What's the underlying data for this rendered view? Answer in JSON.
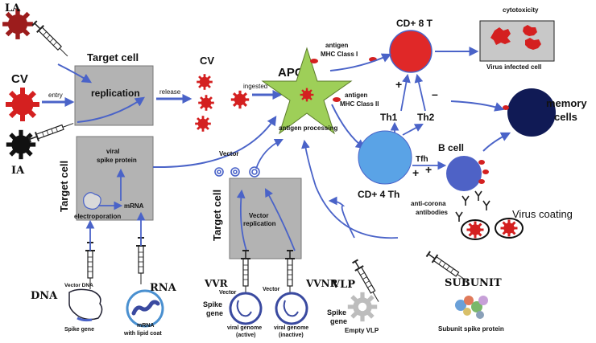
{
  "labels": {
    "la_top": "LA",
    "cv_left": "CV",
    "ia_bottom": "IA",
    "entry": "entry",
    "target_cell_top": "Target cell",
    "replication": "replication",
    "release": "release",
    "cv_mid": "CV",
    "ingested": "ingested",
    "apc": "APC",
    "antigen_processing": "antigen processing",
    "antigen_mhc1_a": "antigen",
    "antigen_mhc1_b": "MHC Class I",
    "antigen_mhc2_a": "antigen",
    "antigen_mhc2_b": "MHC Class II",
    "cd8": "CD+ 8 T",
    "cytotoxicity": "cytotoxicity",
    "virus_infected_cell": "Virus infected cell",
    "memory_a": "memory",
    "memory_b": "cells",
    "th1": "Th1",
    "th2": "Th2",
    "plus_a": "+",
    "minus_a": "–",
    "plus_b": "+",
    "plus_c": "+",
    "tfh": "Tfh",
    "b_cell": "B cell",
    "cd4": "CD+ 4 Th",
    "anti_corona_a": "anti-corona",
    "anti_corona_b": "antibodies",
    "virus_coating": "Virus coating",
    "target_cell_left": "Target cell",
    "viral_spike_a": "viral",
    "viral_spike_b": "spike protein",
    "mrna_inner": "mRNA",
    "electroporation": "electroporation",
    "vector_top": "Vector",
    "target_cell_mid": "Target cell",
    "vector_rep_a": "Vector",
    "vector_rep_b": "replication",
    "dna": "DNA",
    "vector_dna": "Vector DNA",
    "spike_gene_dna": "Spike  gene",
    "rna": "RNA",
    "mrna_lipid_a": "mRNA",
    "mrna_lipid_b": "with lipid coat",
    "vvr": "VVR",
    "vector_vvr": "Vector",
    "spike_gene_vvr_a": "Spike",
    "spike_gene_vvr_b": "gene",
    "viral_genome_active_a": "viral genome",
    "viral_genome_active_b": "(active)",
    "vvnr": "VVNR",
    "vector_vvnr": "Vector",
    "spike_gene_vvnr_a": "Spike",
    "spike_gene_vvnr_b": "gene",
    "viral_genome_inactive_a": "viral genome",
    "viral_genome_inactive_b": "(inactive)",
    "vlp": "VLP",
    "empty_vlp": "Empty VLP",
    "subunit": "SUBUNIT",
    "subunit_spike": "Subunit spike protein"
  },
  "colors": {
    "arrow": "#4a63c8",
    "virus_red": "#d42020",
    "dark_red": "#9c1c1c",
    "box_gray": "#b3b3b3",
    "apc_green": "#9ecf58",
    "cd8_red": "#e02828",
    "cd4_blue": "#5aa3e6",
    "bcell_blue": "#4e62c6",
    "memory_navy": "#101a55"
  }
}
